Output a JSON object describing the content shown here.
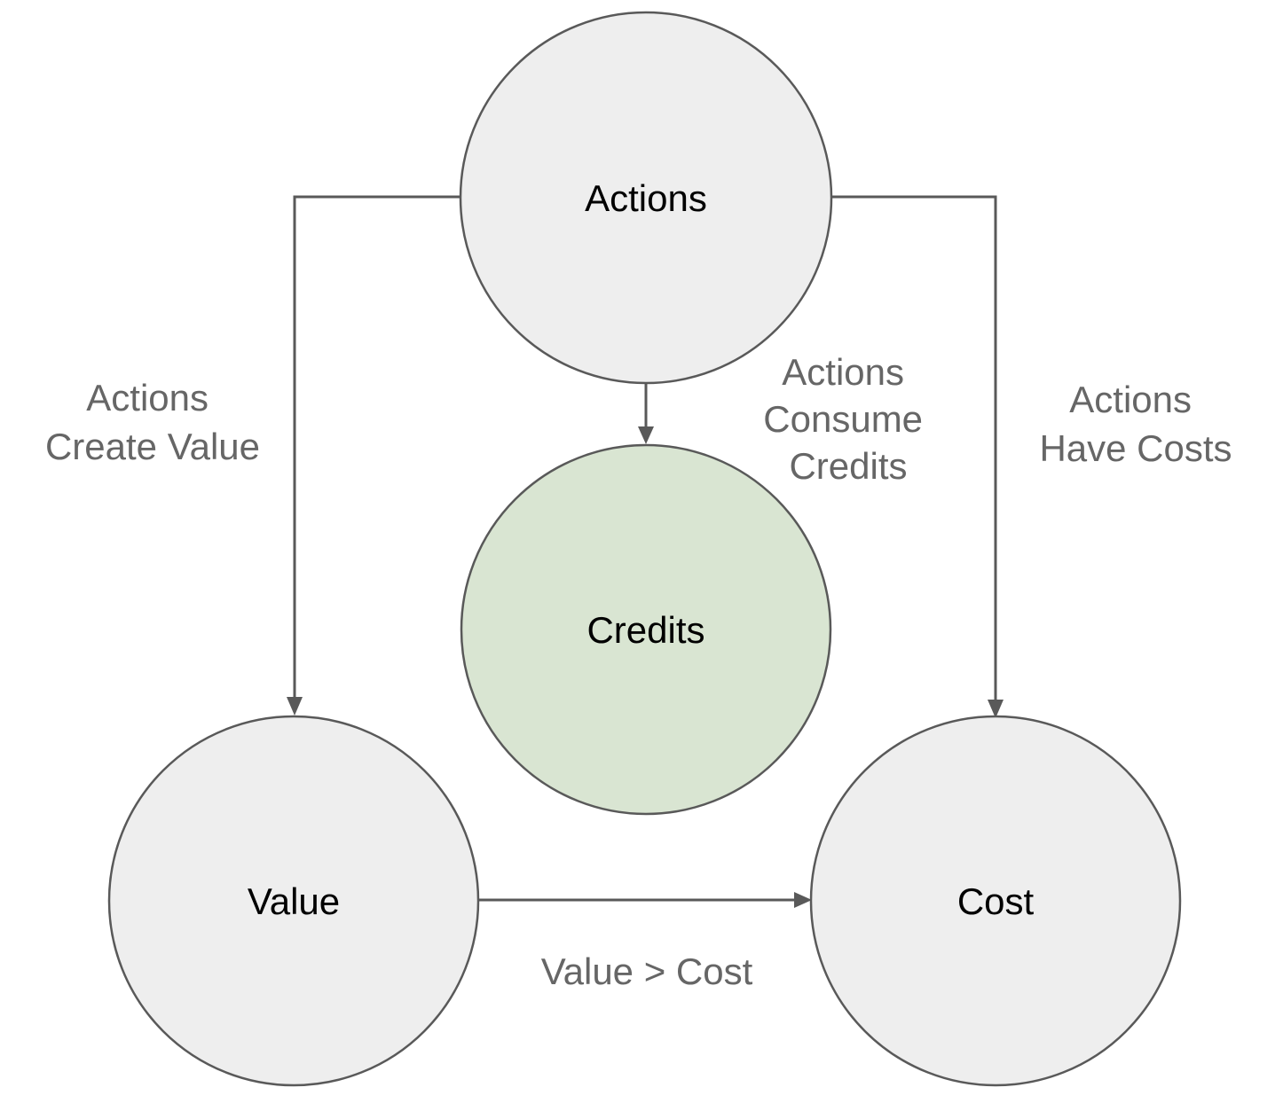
{
  "diagram": {
    "title": "Actions, Credits, Value and Cost relationship diagram",
    "background_color": "#ffffff",
    "line_color": "#595959",
    "edge_label_color": "#666666",
    "node_label_color": "#000000",
    "node_stroke_color": "#595959"
  },
  "nodes": {
    "actions": {
      "label": "Actions",
      "fill": "#eeeeee",
      "shape": "circle"
    },
    "credits": {
      "label": "Credits",
      "fill": "#d9e5d2",
      "shape": "circle"
    },
    "value": {
      "label": "Value",
      "fill": "#eeeeee",
      "shape": "circle"
    },
    "cost": {
      "label": "Cost",
      "fill": "#eeeeee",
      "shape": "circle"
    }
  },
  "edges": {
    "actions_create_value": {
      "from": "Actions",
      "to": "Value",
      "lines": [
        "Actions",
        "Create Value"
      ]
    },
    "actions_consume_credits": {
      "from": "Actions",
      "to": "Credits",
      "lines": [
        "Actions",
        "Consume",
        "Credits"
      ]
    },
    "actions_have_costs": {
      "from": "Actions",
      "to": "Cost",
      "lines": [
        "Actions",
        "Have Costs"
      ]
    },
    "value_gt_cost": {
      "from": "Value",
      "to": "Cost",
      "lines": [
        "Value > Cost"
      ]
    }
  }
}
